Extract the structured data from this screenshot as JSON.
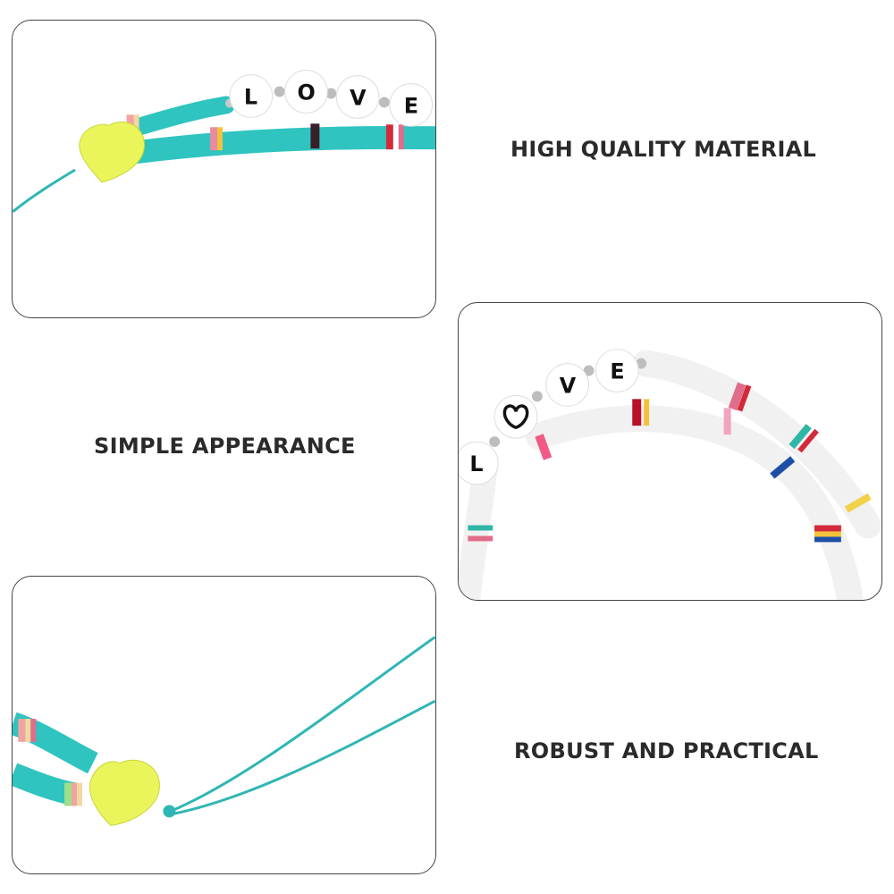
{
  "captions": {
    "quality": "HIGH QUALITY MATERIAL",
    "appearance": "SIMPLE APPEARANCE",
    "robust": "ROBUST AND PRACTICAL"
  },
  "beads_top": {
    "l": "L",
    "o": "O",
    "v": "V",
    "e": "E"
  },
  "beads_mid": {
    "l": "L",
    "v": "V",
    "e": "E"
  },
  "colors": {
    "turquoise": "#2fc4bf",
    "lime_heart": "#e9f55a",
    "white_clay": "#f4f4f4",
    "border": "#444444"
  }
}
